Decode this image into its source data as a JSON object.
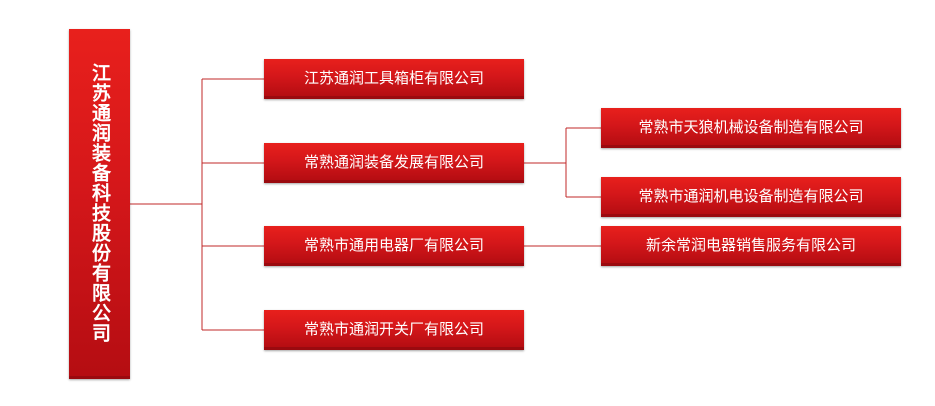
{
  "diagram": {
    "type": "org-chart",
    "colors": {
      "box_fill": "#d5171a",
      "box_shadow": "#9a0a0f",
      "connector": "#c0282a",
      "text": "#ffffff"
    },
    "root": {
      "label": "江苏通润装备科技股份有限公司"
    },
    "children": [
      {
        "label": "江苏通润工具箱柜有限公司"
      },
      {
        "label": "常熟通润装备发展有限公司"
      },
      {
        "label": "常熟市通用电器厂有限公司"
      },
      {
        "label": "常熟市通润开关厂有限公司"
      }
    ],
    "grandchildren": [
      {
        "parent": "常熟通润装备发展有限公司",
        "label": "常熟市天狼机械设备制造有限公司"
      },
      {
        "parent": "常熟通润装备发展有限公司",
        "label": "常熟市通润机电设备制造有限公司"
      },
      {
        "parent": "常熟市通用电器厂有限公司",
        "label": "新余常润电器销售服务有限公司"
      }
    ]
  }
}
